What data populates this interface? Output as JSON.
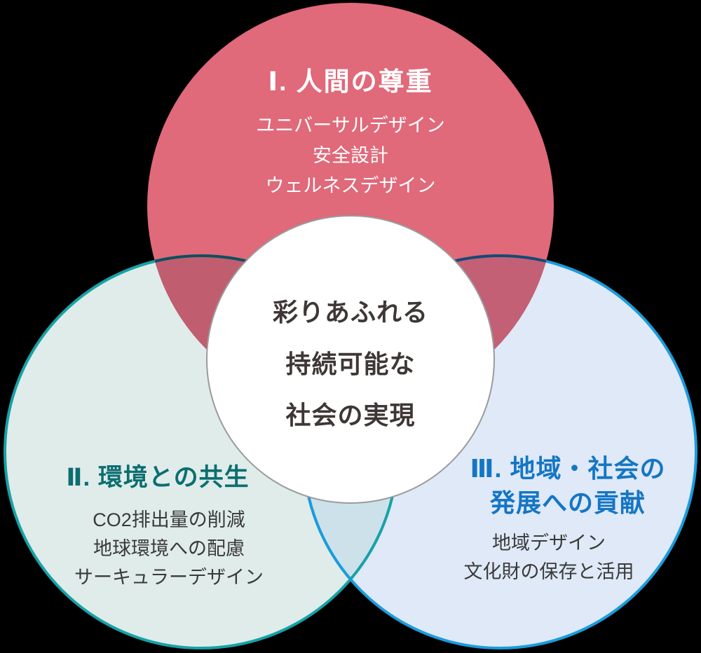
{
  "diagram": {
    "title_hint": "three-circle venn diagram",
    "background": "#000000"
  },
  "circles": {
    "human": {
      "label": "Ⅰ. 人間の尊重",
      "items": [
        "ユニバーサルデザイン",
        "安全設計",
        "ウェルネスデザイン"
      ],
      "fill": "#e0697a",
      "label_color": "#ffffff",
      "items_color": "#ffffff"
    },
    "environment": {
      "label": "Ⅱ. 環境との共生",
      "items": [
        "CO2排出量の削減",
        "地球環境への配慮",
        "サーキュラーデザイン"
      ],
      "fill": "#e0ecea",
      "stroke": "#16a2a7",
      "label_color": "#0b6e70",
      "items_color": "#3a3a3a"
    },
    "community": {
      "label_line1": "Ⅲ. 地域・社会の",
      "label_line2": "発展への貢献",
      "items": [
        "地域デザイン",
        "文化財の保存と活用"
      ],
      "fill": "#dfe9f7",
      "stroke": "#1b9cdb",
      "label_color": "#1476c4",
      "items_color": "#3a3a3a"
    },
    "center": {
      "lines": [
        "彩りあふれる",
        "持続可能な",
        "社会の実現"
      ],
      "fill": "#ffffff",
      "stroke": "#9b9b9b",
      "text_color": "#3e3735"
    }
  },
  "overlaps": {
    "human_over_environment_fill": "#c05e70",
    "human_over_community_fill": "#c36076",
    "environment_community_fill": "#cde1ea",
    "environment_stroke_under_human": "#0d505f",
    "community_stroke_under_human": "#154a74"
  }
}
